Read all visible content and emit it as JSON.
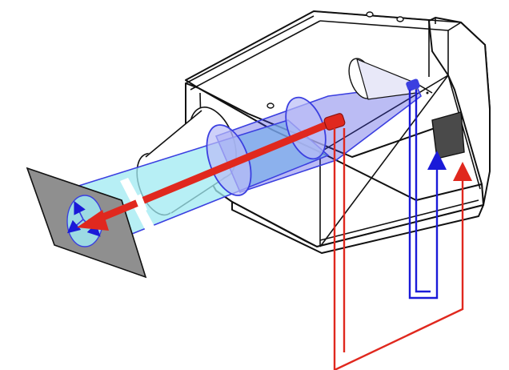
{
  "colors": {
    "background": "#ffffff",
    "outline": "#111111",
    "housing_fill": "#ffffff",
    "beam_cyan": "#9fe9f2",
    "beam_blue": "#3b3fe0",
    "beam_blue_light": "#b9bcf6",
    "laser_red": "#e0281e",
    "signal_blue": "#1a1ad8",
    "signal_red": "#e0281e",
    "target_gray": "#8f8f8f",
    "detector_dark": "#4a4a4a"
  },
  "icons": {
    "target_plate": "gray-parallelogram",
    "laser_source": "red-cylinder",
    "detector": "dark-square-sensor",
    "signal_arrows": "up-arrow"
  }
}
